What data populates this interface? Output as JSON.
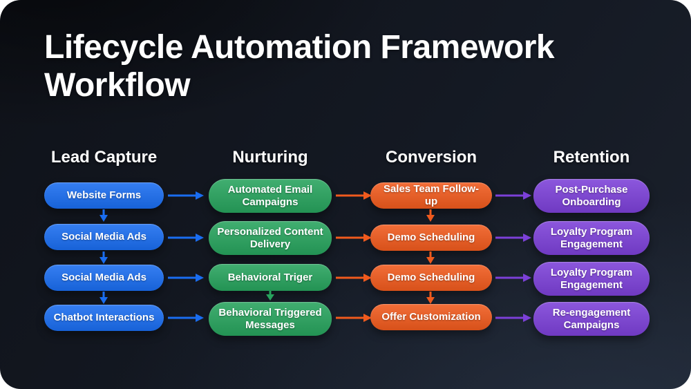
{
  "title": "Lifecycle Automation Framework Workflow",
  "colors": {
    "lead_capture": "#1a6df0",
    "nurturing": "#27a35d",
    "conversion": "#f05a1d",
    "retention": "#7c40d8",
    "text": "#ffffff",
    "background_start": "#0f1219",
    "background_end": "#1b212c"
  },
  "columns": [
    {
      "header": "Lead Capture",
      "items": [
        "Website Forms",
        "Social Media Ads",
        "Social Media Ads",
        "Chatbot Interactions"
      ]
    },
    {
      "header": "Nurturing",
      "items": [
        "Automated Email Campaigns",
        "Personalized Content Delivery",
        "Behavioral Triger",
        "Behavioral Triggered Messages"
      ]
    },
    {
      "header": "Conversion",
      "items": [
        "Sales Team Follow-up",
        "Demo Scheduling",
        "Demo Scheduling",
        "Offer Customization"
      ]
    },
    {
      "header": "Retention",
      "items": [
        "Post-Purchase Onboarding",
        "Loyalty Program Engagement",
        "Loyalty Program Engagement",
        "Re-engagement Campaigns"
      ]
    }
  ]
}
